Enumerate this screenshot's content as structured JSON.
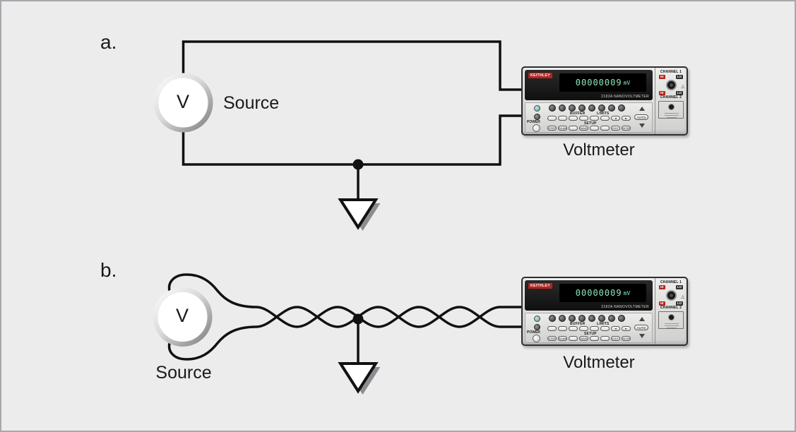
{
  "figure": {
    "background": "#ececec",
    "border_color": "#a7a8ac"
  },
  "diagram_a": {
    "label": "a.",
    "source_symbol": "V",
    "source_label": "Source",
    "voltmeter_label": "Voltmeter"
  },
  "diagram_b": {
    "label": "b.",
    "source_symbol": "V",
    "source_label": "Source",
    "voltmeter_label": "Voltmeter"
  },
  "voltmeter": {
    "brand": "KEITHLEY",
    "display_reading": "00000009",
    "display_unit": "mV",
    "model_line": "2182A  NANOVOLTMETER",
    "power_label": "POWER",
    "section_buffer": "BUFFER",
    "section_limits": "LIMITS",
    "section_setup": "SETUP",
    "btn_step": "STEP",
    "btn_scan": "SCAN",
    "btn_save": "SAVE",
    "btn_exit": "EXIT",
    "btn_enter": "ENTER",
    "btn_auto": "AUTO",
    "arrow_left": "◄",
    "arrow_right": "►",
    "channel1_label": "CHANNEL 1",
    "channel2_label": "CHANNEL 2",
    "hi_label": "HI",
    "lo_label": "LO"
  },
  "colors": {
    "wire": "#111111",
    "ground_shadow": "#8d8d91",
    "display_green": "#8ee6bd",
    "keithley_red": "#b5231f"
  }
}
